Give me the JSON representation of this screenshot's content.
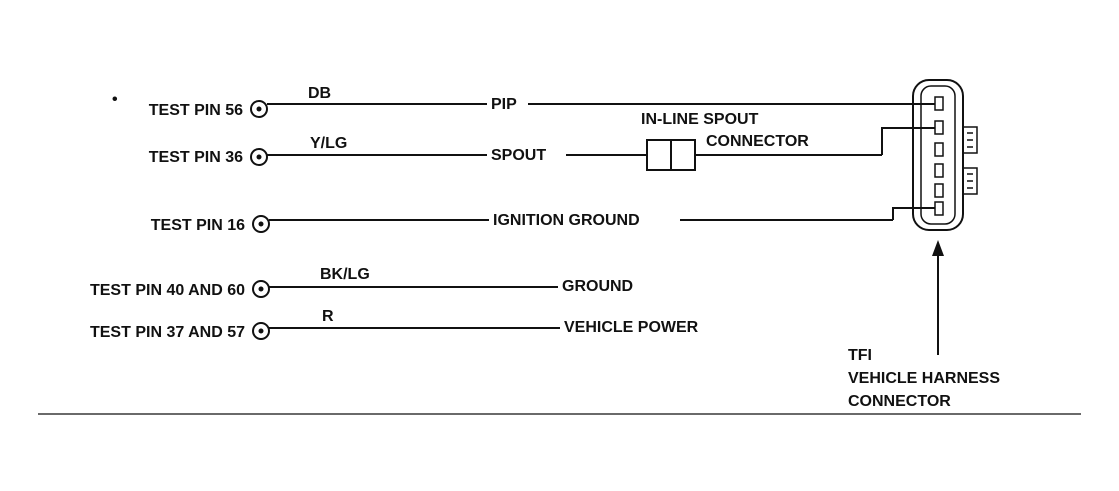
{
  "test_pins": [
    {
      "label": "TEST PIN 56",
      "marker": "•"
    },
    {
      "label": "TEST PIN 36"
    },
    {
      "label": "TEST PIN 16"
    },
    {
      "label": "TEST PIN 40 AND 60"
    },
    {
      "label": "TEST PIN 37 AND 57"
    }
  ],
  "wire_colors": {
    "pip": "DB",
    "spout": "Y/LG",
    "ground": "BK/LG",
    "power": "R"
  },
  "signals": {
    "pip": "PIP",
    "spout": "SPOUT",
    "ignition_ground": "IGNITION GROUND",
    "ground": "GROUND",
    "vehicle_power": "VEHICLE POWER"
  },
  "spout_connector": {
    "line1": "IN-LINE SPOUT",
    "line2": "CONNECTOR"
  },
  "harness_connector": {
    "line1": "TFI",
    "line2": "VEHICLE HARNESS",
    "line3": "CONNECTOR"
  }
}
